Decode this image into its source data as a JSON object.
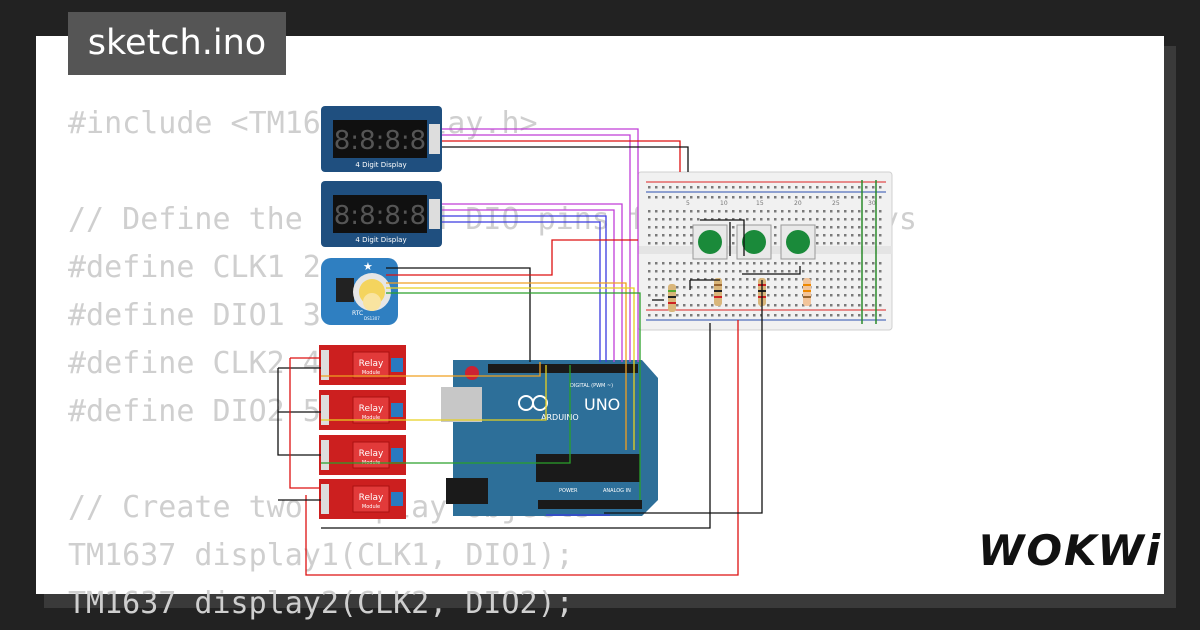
{
  "file_tab": {
    "label": "sketch.ino"
  },
  "brand": {
    "name": "WOKWi"
  },
  "code_lines": [
    "#include <TM1637Display.h>",
    "",
    "// Define the CLK and DIO pins for the displays",
    "#define CLK1 2",
    "#define DIO1 3",
    "#define CLK2 4",
    "#define DIO2 5",
    "",
    "// Create two display objects",
    "TM1637 display1(CLK1, DIO1);",
    "TM1637 display2(CLK2, DIO2);"
  ],
  "components": {
    "display_1": {
      "digits": "8:8:8:8",
      "label": "4 Digit Display"
    },
    "display_2": {
      "digits": "8:8:8:8",
      "label": "4 Digit Display"
    },
    "rtc": {
      "label": "RTC",
      "sublabel": "DS1307"
    },
    "relays": [
      {
        "label": "Relay",
        "sublabel": "Module"
      },
      {
        "label": "Relay",
        "sublabel": "Module"
      },
      {
        "label": "Relay",
        "sublabel": "Module"
      },
      {
        "label": "Relay",
        "sublabel": "Module"
      }
    ],
    "arduino": {
      "model": "UNO",
      "brand": "ARDUINO",
      "digital_label": "DIGITAL (PWM ~)",
      "analog_label": "ANALOG IN",
      "power_label": "POWER"
    },
    "breadboard": {
      "col_numbers": [
        "5",
        "10",
        "15",
        "20",
        "25",
        "30"
      ]
    }
  },
  "colors": {
    "background": "#222222",
    "card": "#ffffff",
    "code_text": "#cfcfcf",
    "tab_bg": "#555555",
    "arduino_blue": "#2d6f99",
    "relay_red": "#cc1f1f",
    "display_blue": "#1f4f7f",
    "button_green": "#1a8a3a"
  }
}
